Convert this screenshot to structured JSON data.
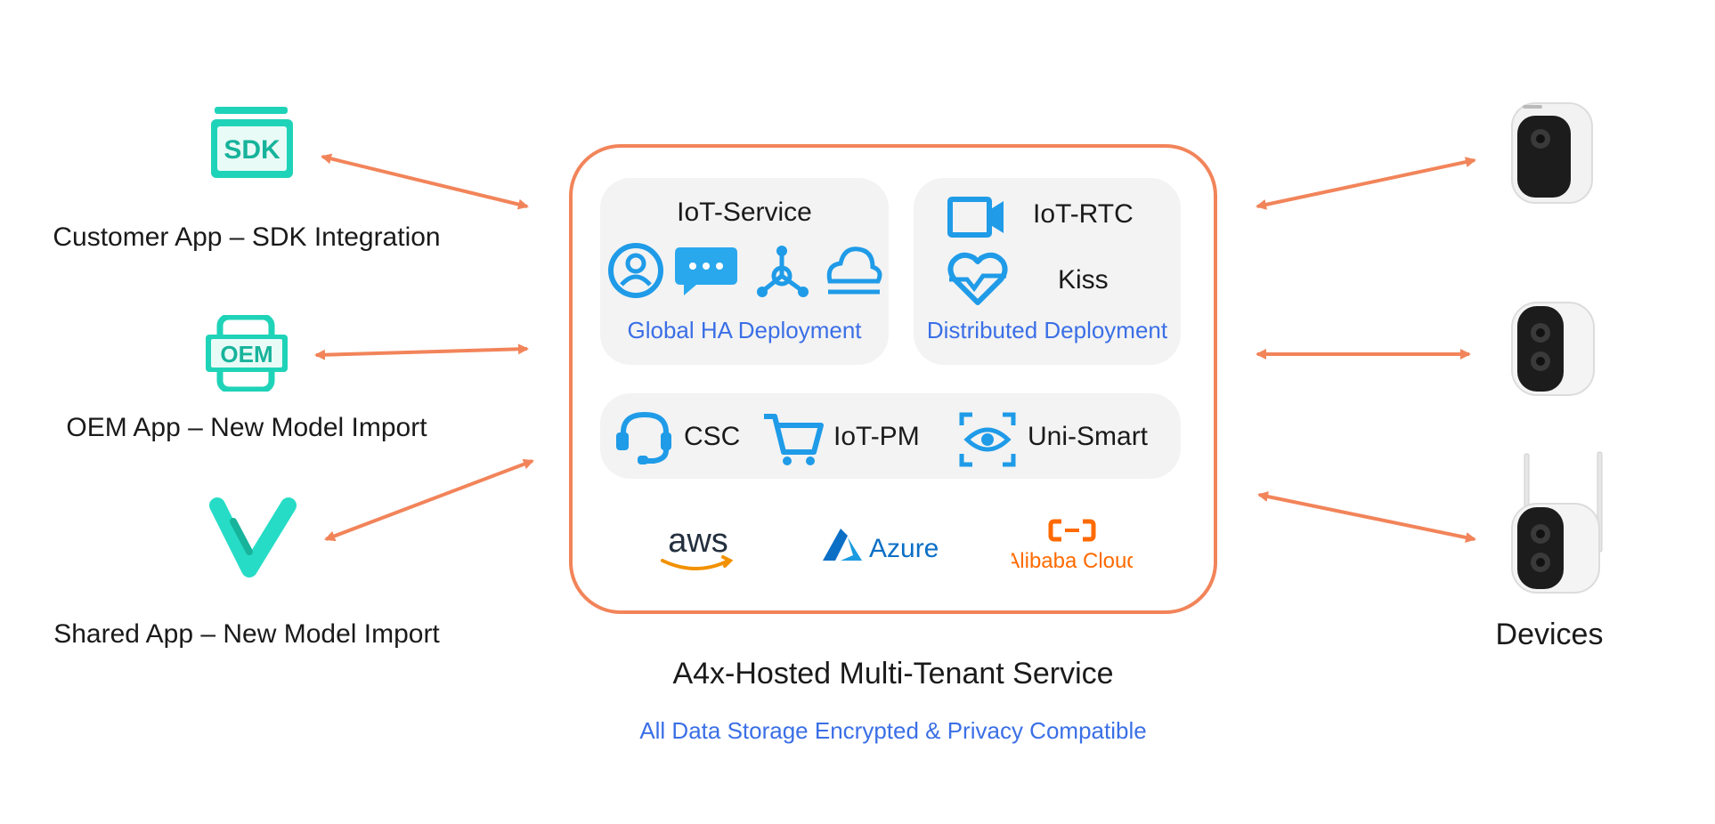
{
  "apps": {
    "sdk": {
      "icon_text": "SDK",
      "label": "Customer App – SDK Integration"
    },
    "oem": {
      "icon_text": "OEM",
      "label": "OEM App – New Model Import"
    },
    "shared": {
      "label": "Shared App – New Model Import"
    }
  },
  "service": {
    "iot_service": {
      "title": "IoT-Service",
      "subtitle": "Global HA Deployment"
    },
    "rtc": {
      "title1": "IoT-RTC",
      "title2": "Kiss",
      "subtitle": "Distributed Deployment"
    },
    "modules": [
      "CSC",
      "IoT-PM",
      "Uni-Smart"
    ],
    "clouds": {
      "aws": "aws",
      "azure": "Azure",
      "alibaba": "Alibaba Cloud"
    },
    "title": "A4x-Hosted Multi-Tenant Service",
    "note": "All Data Storage Encrypted & Privacy Compatible"
  },
  "devices": {
    "label": "Devices"
  },
  "colors": {
    "arrow": "#f2845a",
    "teal": "#1fd3b8",
    "blue": "#1f9be8",
    "text_blue": "#3a6fe6"
  }
}
